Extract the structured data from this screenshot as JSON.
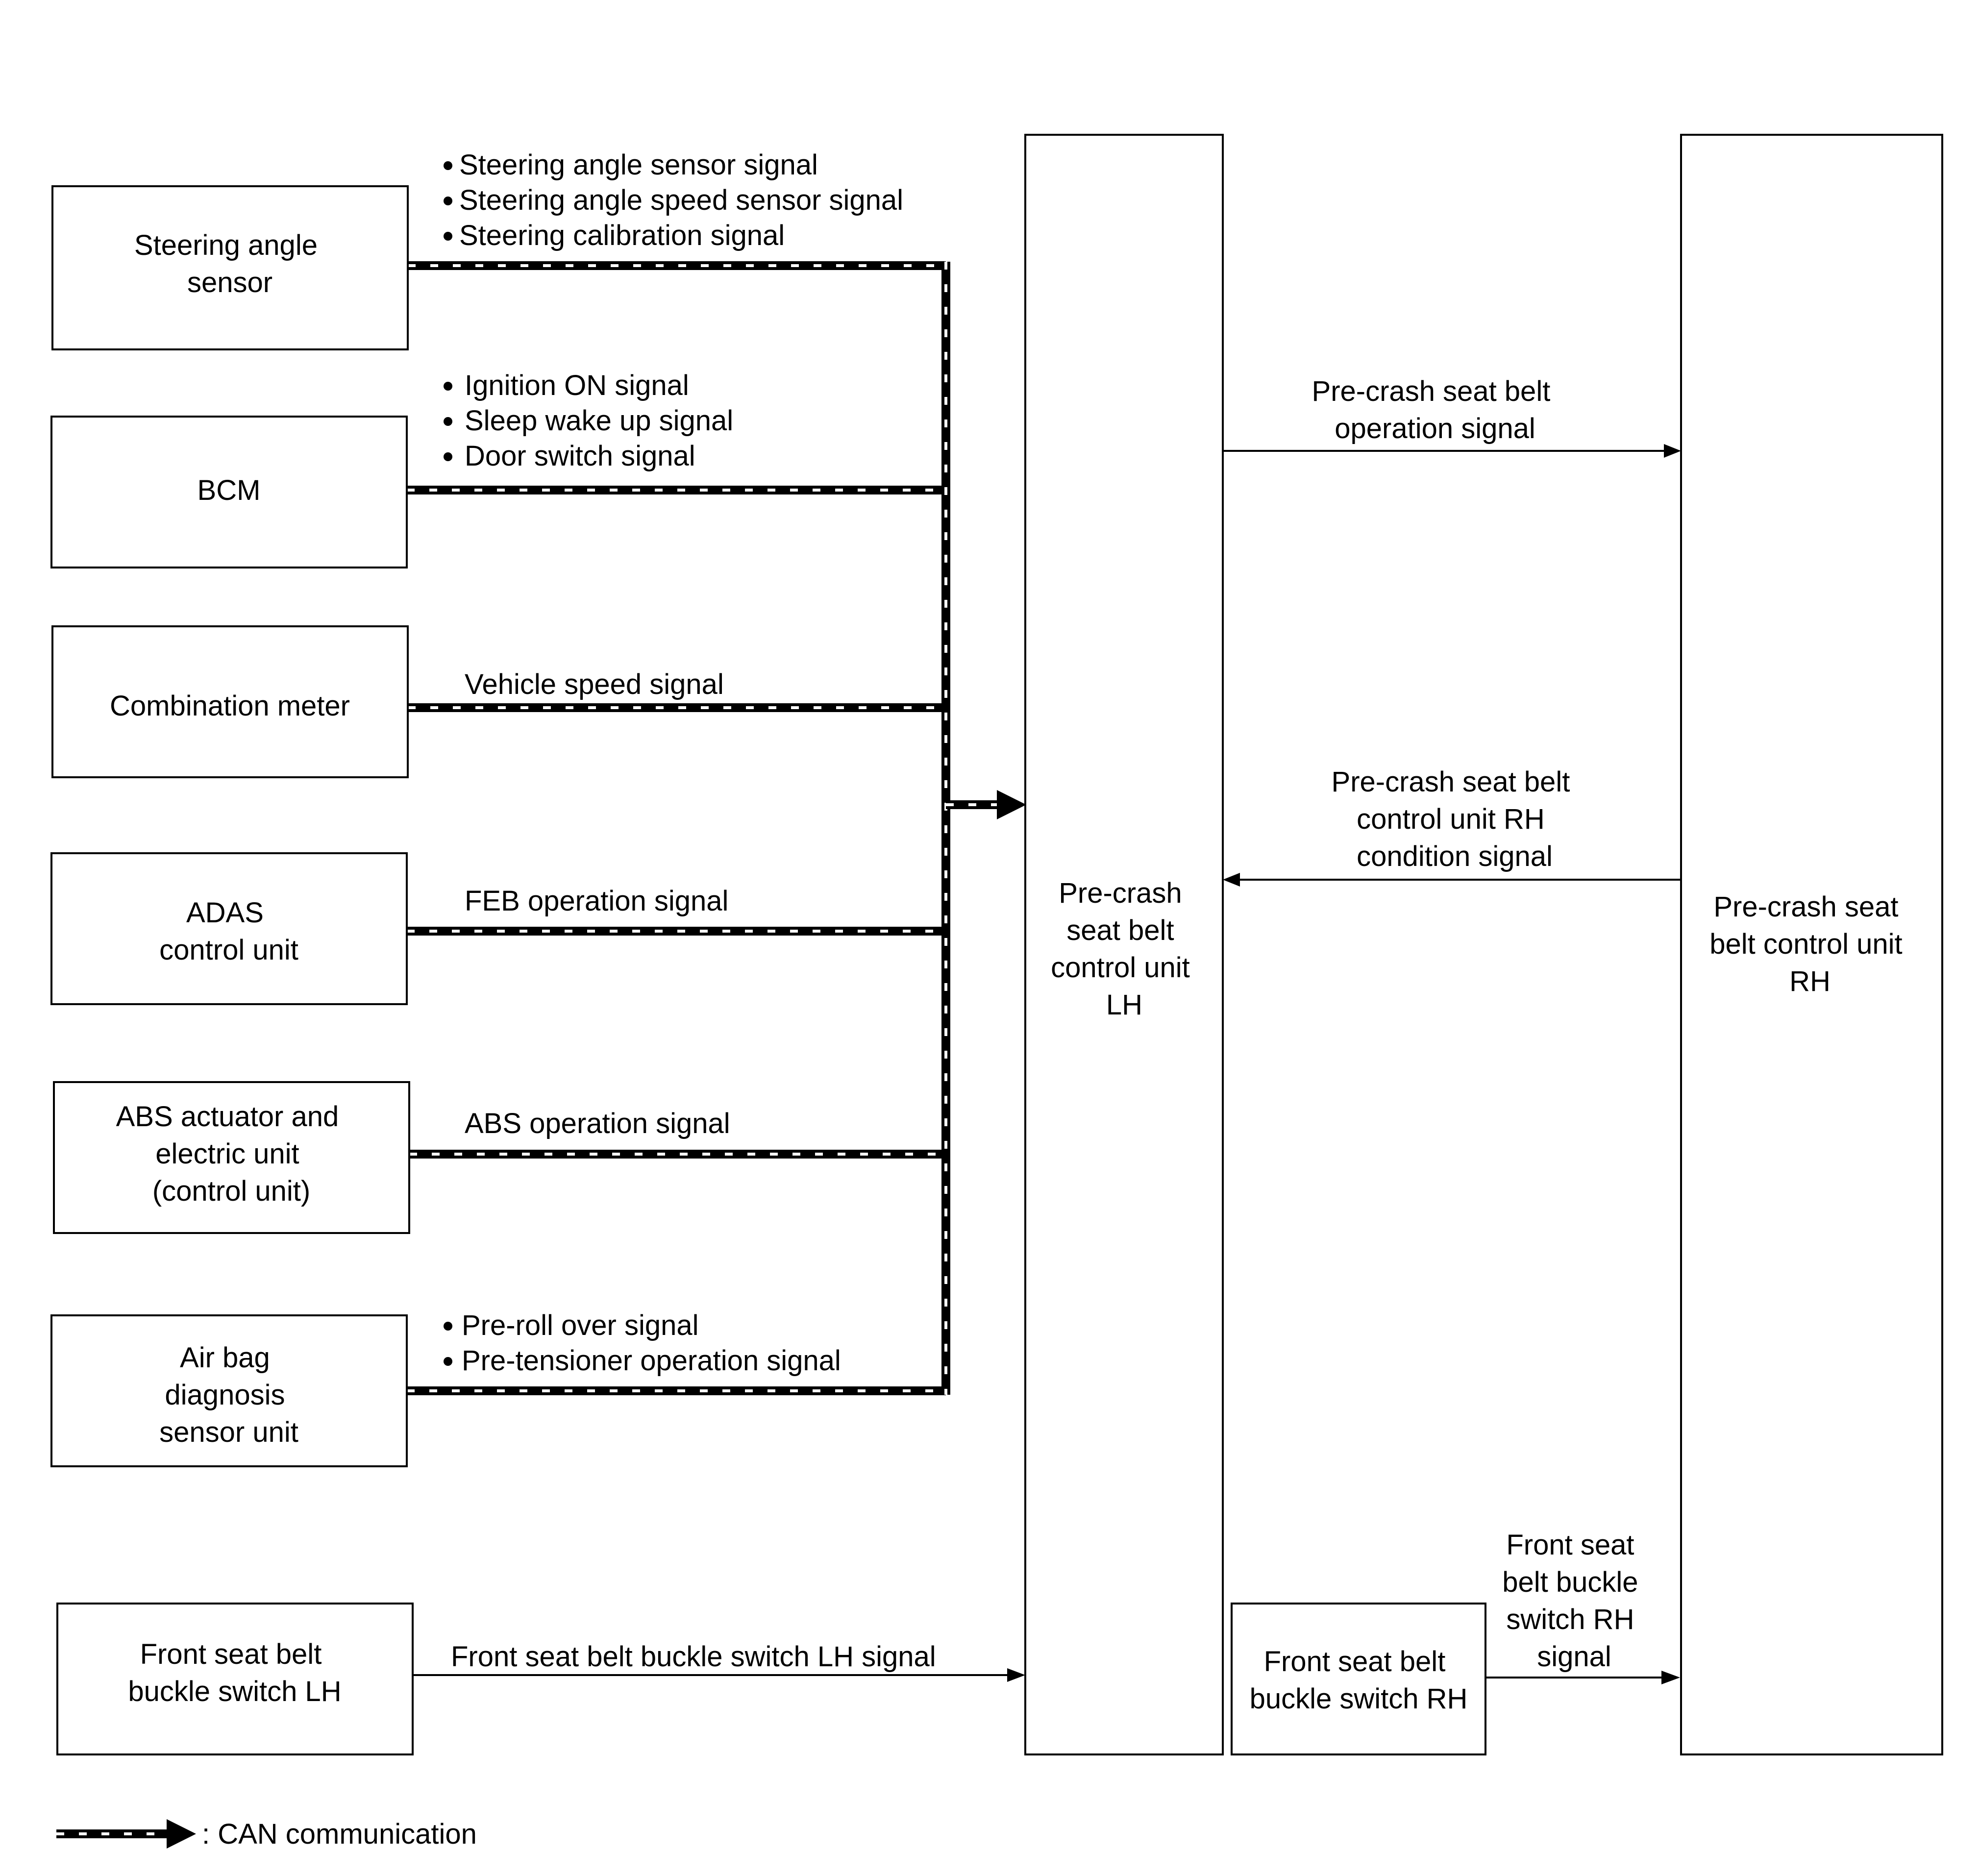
{
  "nodes": {
    "steering_angle_sensor": [
      "Steering angle",
      "sensor"
    ],
    "bcm": [
      "BCM"
    ],
    "combination_meter": [
      "Combination meter"
    ],
    "adas": [
      "ADAS",
      "control unit"
    ],
    "abs": [
      "ABS actuator and",
      "electric unit",
      "(control unit)"
    ],
    "airbag": [
      "Air bag",
      "diagnosis",
      "sensor unit"
    ],
    "buckle_lh": [
      "Front seat belt",
      "buckle switch LH"
    ],
    "buckle_rh": [
      "Front seat belt",
      "buckle switch RH"
    ],
    "control_lh": [
      "Pre-crash",
      "seat belt",
      "control unit",
      "LH"
    ],
    "control_rh": [
      "Pre-crash seat",
      "belt control unit",
      "RH"
    ]
  },
  "signals": {
    "steering": [
      "Steering angle sensor signal",
      "Steering angle speed sensor signal",
      "Steering calibration signal"
    ],
    "bcm": [
      "Ignition ON signal",
      "Sleep wake up signal",
      "Door switch signal"
    ],
    "meter": "Vehicle speed signal",
    "adas": "FEB operation signal",
    "abs": "ABS operation signal",
    "airbag": [
      "Pre-roll over signal",
      "Pre-tensioner operation signal"
    ],
    "buckle_lh": "Front seat belt buckle switch LH signal",
    "buckle_rh": [
      "Front seat",
      "belt buckle",
      "switch RH",
      "signal"
    ],
    "operation": [
      "Pre-crash seat belt",
      "operation signal"
    ],
    "condition": [
      "Pre-crash seat belt",
      "control unit RH",
      "condition signal"
    ]
  },
  "legend": {
    "label": ": CAN communication"
  }
}
